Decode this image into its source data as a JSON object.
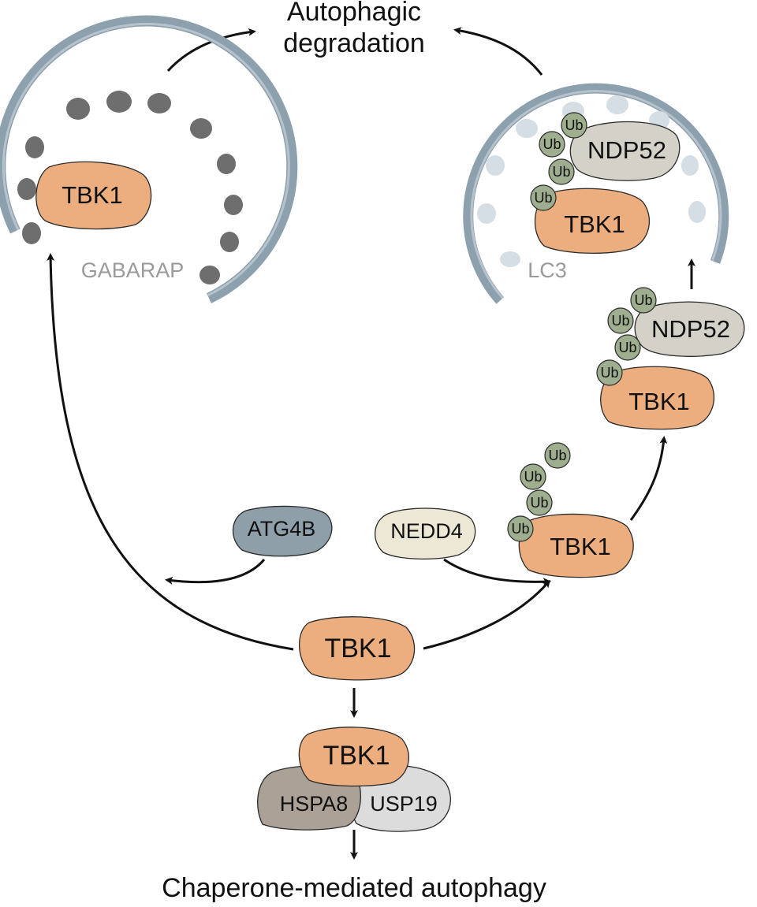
{
  "labels": {
    "top_line1": "Autophagic",
    "top_line2": "degradation",
    "bottom": "Chaperone-mediated autophagy",
    "gabarap": "GABARAP",
    "lc3": "LC3",
    "tbk1": "TBK1",
    "ub": "Ub",
    "ndp52": "NDP52",
    "atg4b": "ATG4B",
    "nedd4": "NEDD4",
    "hspa8": "HSPA8",
    "usp19": "USP19"
  },
  "colors": {
    "tbk1_fill": "#EDAE7F",
    "membrane": "#8DA0AD",
    "membrane_light": "#C7D2D9",
    "gabarap_dot": "#6E6E6E",
    "lc3_dot": "#D5DEE4",
    "ub_fill": "#9EAE8F",
    "ndp52_fill": "#D4D2C8",
    "atg4b_fill": "#8E9FAA",
    "nedd4_fill": "#ECE8D5",
    "hspa8_fill": "#ABA197",
    "usp19_fill": "#DCDCDC",
    "arrow": "#111111"
  }
}
